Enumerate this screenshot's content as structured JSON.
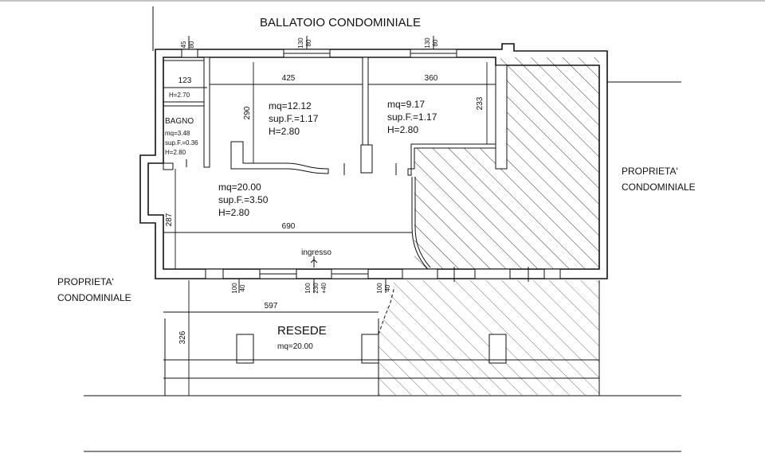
{
  "labels": {
    "ballatoio": "BALLATOIO CONDOMINIALE",
    "proprieta_right_1": "PROPRIETA'",
    "proprieta_right_2": "CONDOMINIALE",
    "proprieta_left_1": "PROPRIETA'",
    "proprieta_left_2": "CONDOMINIALE",
    "ingresso": "ingresso",
    "resede": "RESEDE",
    "resede_area": "mq=20.00"
  },
  "rooms": {
    "bagno": {
      "name": "BAGNO",
      "mq": "mq=3.48",
      "sup": "sup.F.=0.36",
      "h": "H=2.80"
    },
    "vano_h": "H=2.70",
    "room_a": {
      "mq": "mq=12.12",
      "sup": "sup.F.=1.17",
      "h": "H=2.80"
    },
    "room_b": {
      "mq": "mq=9.17",
      "sup": "sup.F.=1.17",
      "h": "H=2.80"
    },
    "main": {
      "mq": "mq=20.00",
      "sup": "sup.F.=3.50",
      "h": "H=2.80"
    }
  },
  "dimensions": {
    "d123": "123",
    "d425": "425",
    "d360": "360",
    "d290": "290",
    "d233": "233",
    "d287": "287",
    "d690": "690",
    "d597": "597",
    "d326": "326"
  },
  "openings": {
    "top_1": [
      "45",
      "80"
    ],
    "top_2": [
      "130",
      "80"
    ],
    "top_3": [
      "130",
      "80"
    ],
    "bottom_1": [
      "100",
      "40"
    ],
    "bottom_2": [
      "100",
      "230",
      "+40"
    ],
    "bottom_3": [
      "100",
      "40"
    ]
  }
}
